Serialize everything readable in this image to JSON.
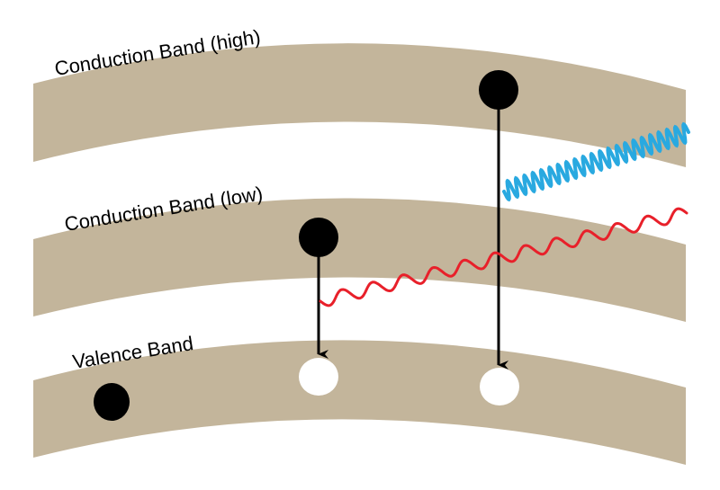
{
  "title": "Band diagram with electron transitions",
  "colors": {
    "band": "#c3b59b",
    "electron": "#000000",
    "hole": "#ffffff",
    "photon_high": "#29a9e0",
    "photon_low": "#e8202a",
    "arrow": "#000000"
  },
  "bands": [
    {
      "id": "conduction-high",
      "label": "Conduction Band (high)"
    },
    {
      "id": "conduction-low",
      "label": "Conduction Band (low)"
    },
    {
      "id": "valence",
      "label": "Valence Band"
    }
  ],
  "particles": [
    {
      "type": "electron",
      "band": "conduction-high"
    },
    {
      "type": "electron",
      "band": "conduction-low"
    },
    {
      "type": "electron",
      "band": "valence"
    },
    {
      "type": "hole",
      "band": "valence"
    },
    {
      "type": "hole",
      "band": "valence"
    }
  ],
  "transitions": [
    {
      "from": "conduction-high",
      "to": "valence",
      "emission": "short-wavelength photon (blue)"
    },
    {
      "from": "conduction-low",
      "to": "valence",
      "emission": "long-wavelength photon (red)"
    }
  ]
}
